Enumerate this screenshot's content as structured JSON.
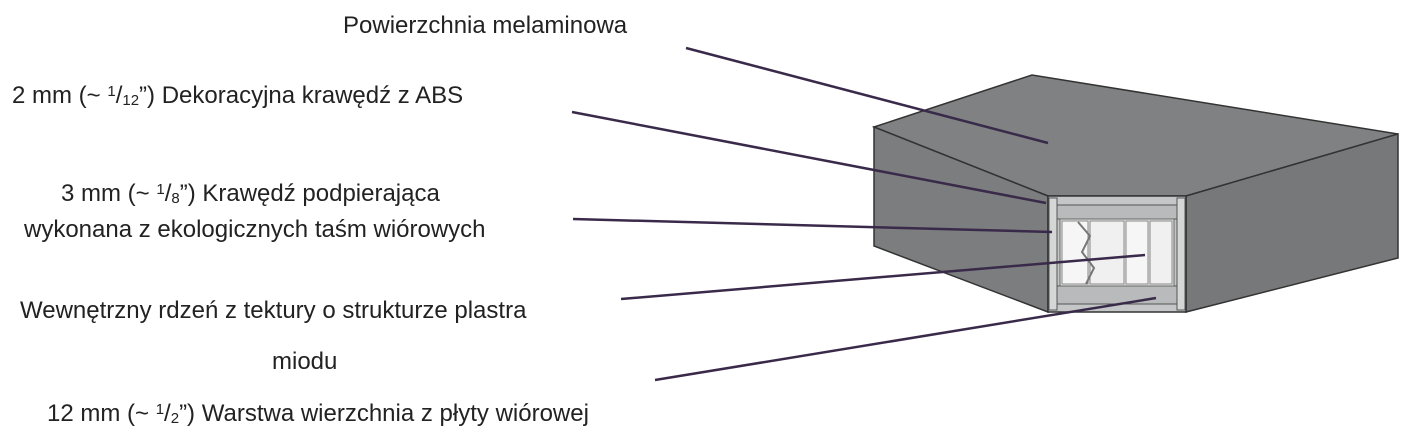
{
  "labels": {
    "melamine": "Powierzchnia melaminowa",
    "abs": {
      "pre": "2 mm (~ ",
      "num": "1",
      "slash": "/",
      "den": "12",
      "post": "”) Dekoracyjna krawędź z ABS"
    },
    "support": {
      "pre": "3 mm (~ ",
      "num": "1",
      "slash": "/",
      "den": "8",
      "post": "”) Krawędź podpierająca"
    },
    "support_line2": "wykonana z ekologicznych taśm wiórowych",
    "core_line1": "Wewnętrzny rdzeń z tektury o strukturze plastra",
    "core_line2": "miodu",
    "top_layer": {
      "pre": "12 mm (~ ",
      "num": "1",
      "slash": "/",
      "den": "2",
      "post": "”) Warstwa wierzchnia z płyty wiórowej"
    }
  },
  "colors": {
    "leader": "#3a2a4a",
    "top_face": "#7f8182",
    "side_face": "#7a7c7d",
    "edge": "#333333",
    "core_bg": "#d6d6d6",
    "honeycomb": "#f2f2f2"
  }
}
